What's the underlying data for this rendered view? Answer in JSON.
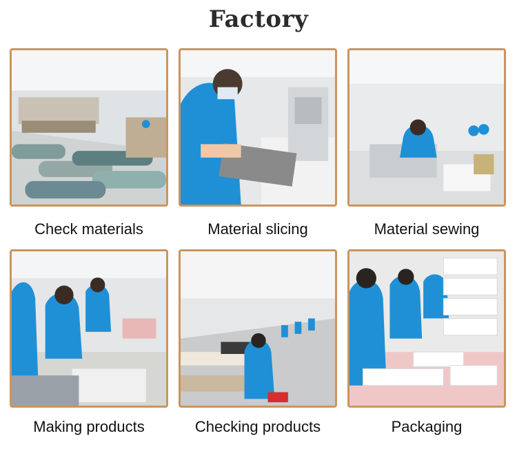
{
  "title": "Factory",
  "steps": [
    {
      "label": "Check materials"
    },
    {
      "label": "Material slicing"
    },
    {
      "label": "Material sewing"
    },
    {
      "label": "Making products"
    },
    {
      "label": "Checking products"
    },
    {
      "label": "Packaging"
    }
  ],
  "colors": {
    "frame": "#c9955e",
    "uniform": "#1f90d6",
    "text": "#111111"
  }
}
